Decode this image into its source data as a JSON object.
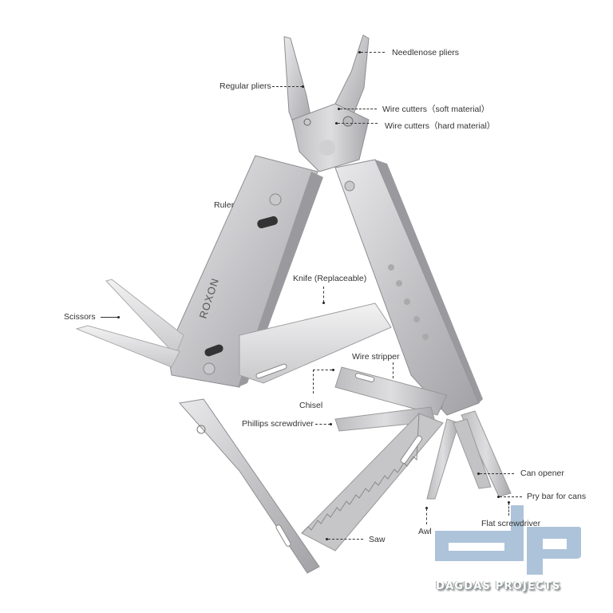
{
  "product": {
    "brand": "ROXON",
    "subject": "Multi-tool diagram with labeled components"
  },
  "labels": {
    "needlenose_pliers": "Needlenose pliers",
    "regular_pliers": "Regular pliers",
    "wire_cutters_soft": "Wire cutters（soft material）",
    "wire_cutters_hard": "Wire cutters（hard material）",
    "ruler": "Ruler",
    "knife": "Knife (Replaceable)",
    "scissors": "Scissors",
    "wire_stripper": "Wire stripper",
    "chisel": "Chisel",
    "phillips_screwdriver": "Phillips screwdriver",
    "can_opener": "Can opener",
    "pry_bar": "Pry bar for cans",
    "flat_screwdriver": "Flat screwdriver",
    "awl": "Awl",
    "saw": "Saw"
  },
  "watermark": {
    "logo": "dp",
    "text": "DAGDAS PROJECTS",
    "color": "#a9c0d8"
  },
  "colors": {
    "steel_light": "#d8d8da",
    "steel_mid": "#b9b9bc",
    "steel_dark": "#8e8e92",
    "text": "#333333"
  }
}
